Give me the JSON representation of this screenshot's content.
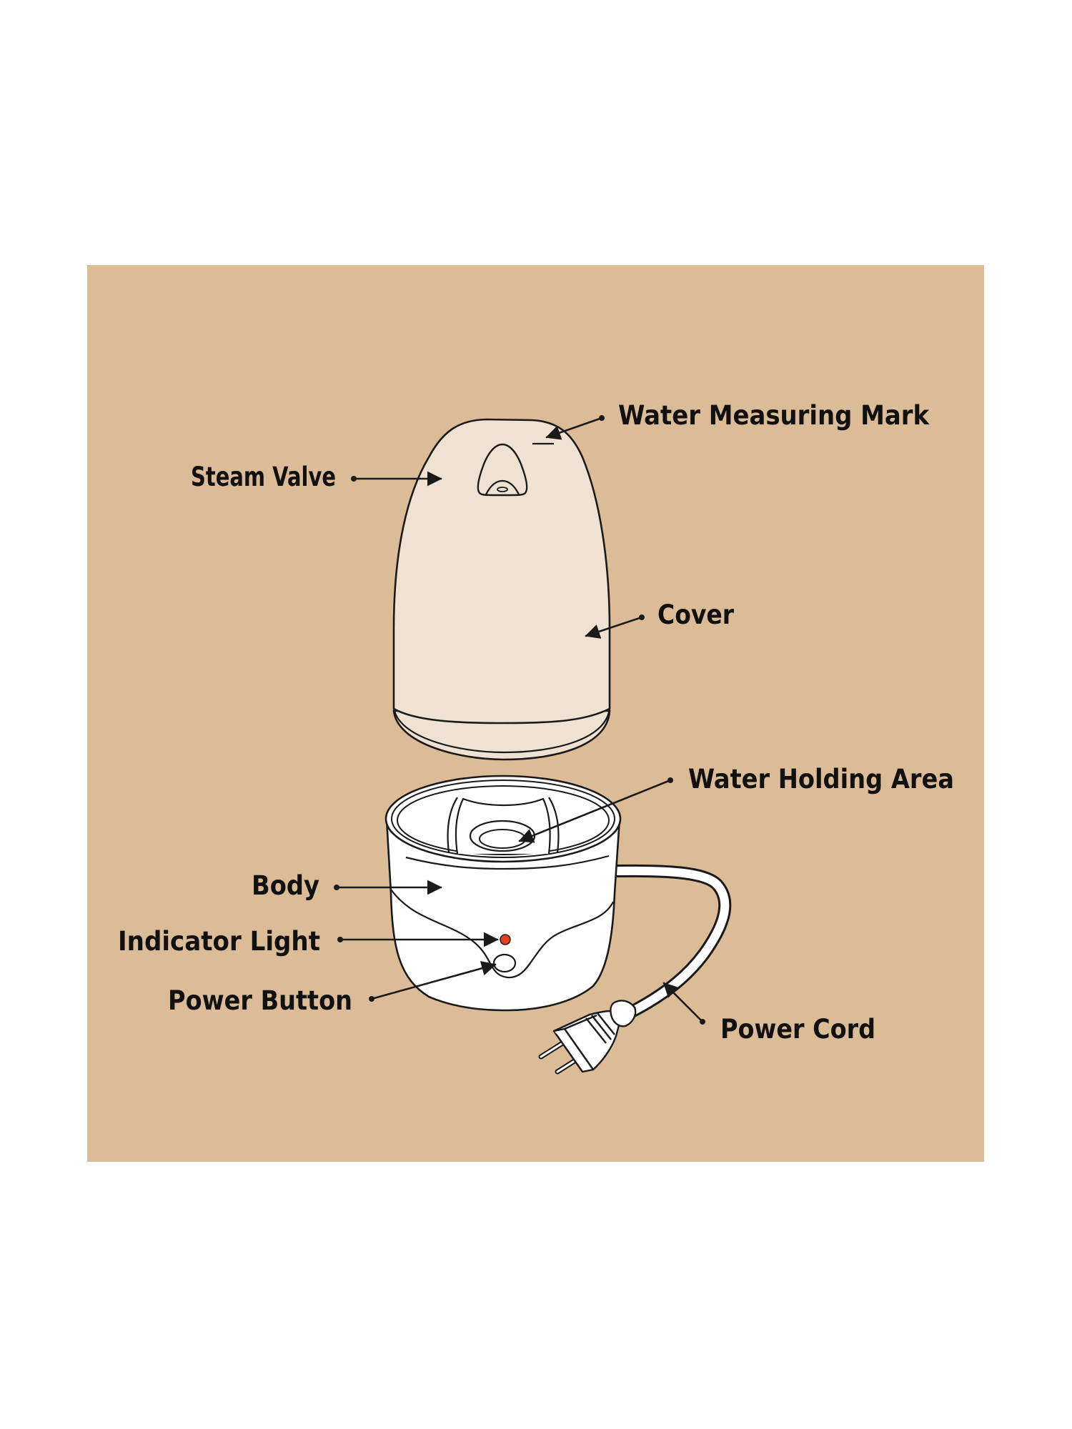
{
  "diagram": {
    "background_color": "#ffffff",
    "panel_color": "#dbbc96",
    "cover_fill": "#efe2d2",
    "body_fill": "#ffffff",
    "indicator_color": "#e8401c",
    "line_color": "#1a1a1a",
    "labels": {
      "water_measuring_mark": "Water Measuring Mark",
      "steam_valve": "Steam Valve",
      "cover": "Cover",
      "water_holding_area": "Water Holding Area",
      "body": "Body",
      "indicator_light": "Indicator Light",
      "power_button": "Power Button",
      "power_cord": "Power Cord"
    }
  }
}
